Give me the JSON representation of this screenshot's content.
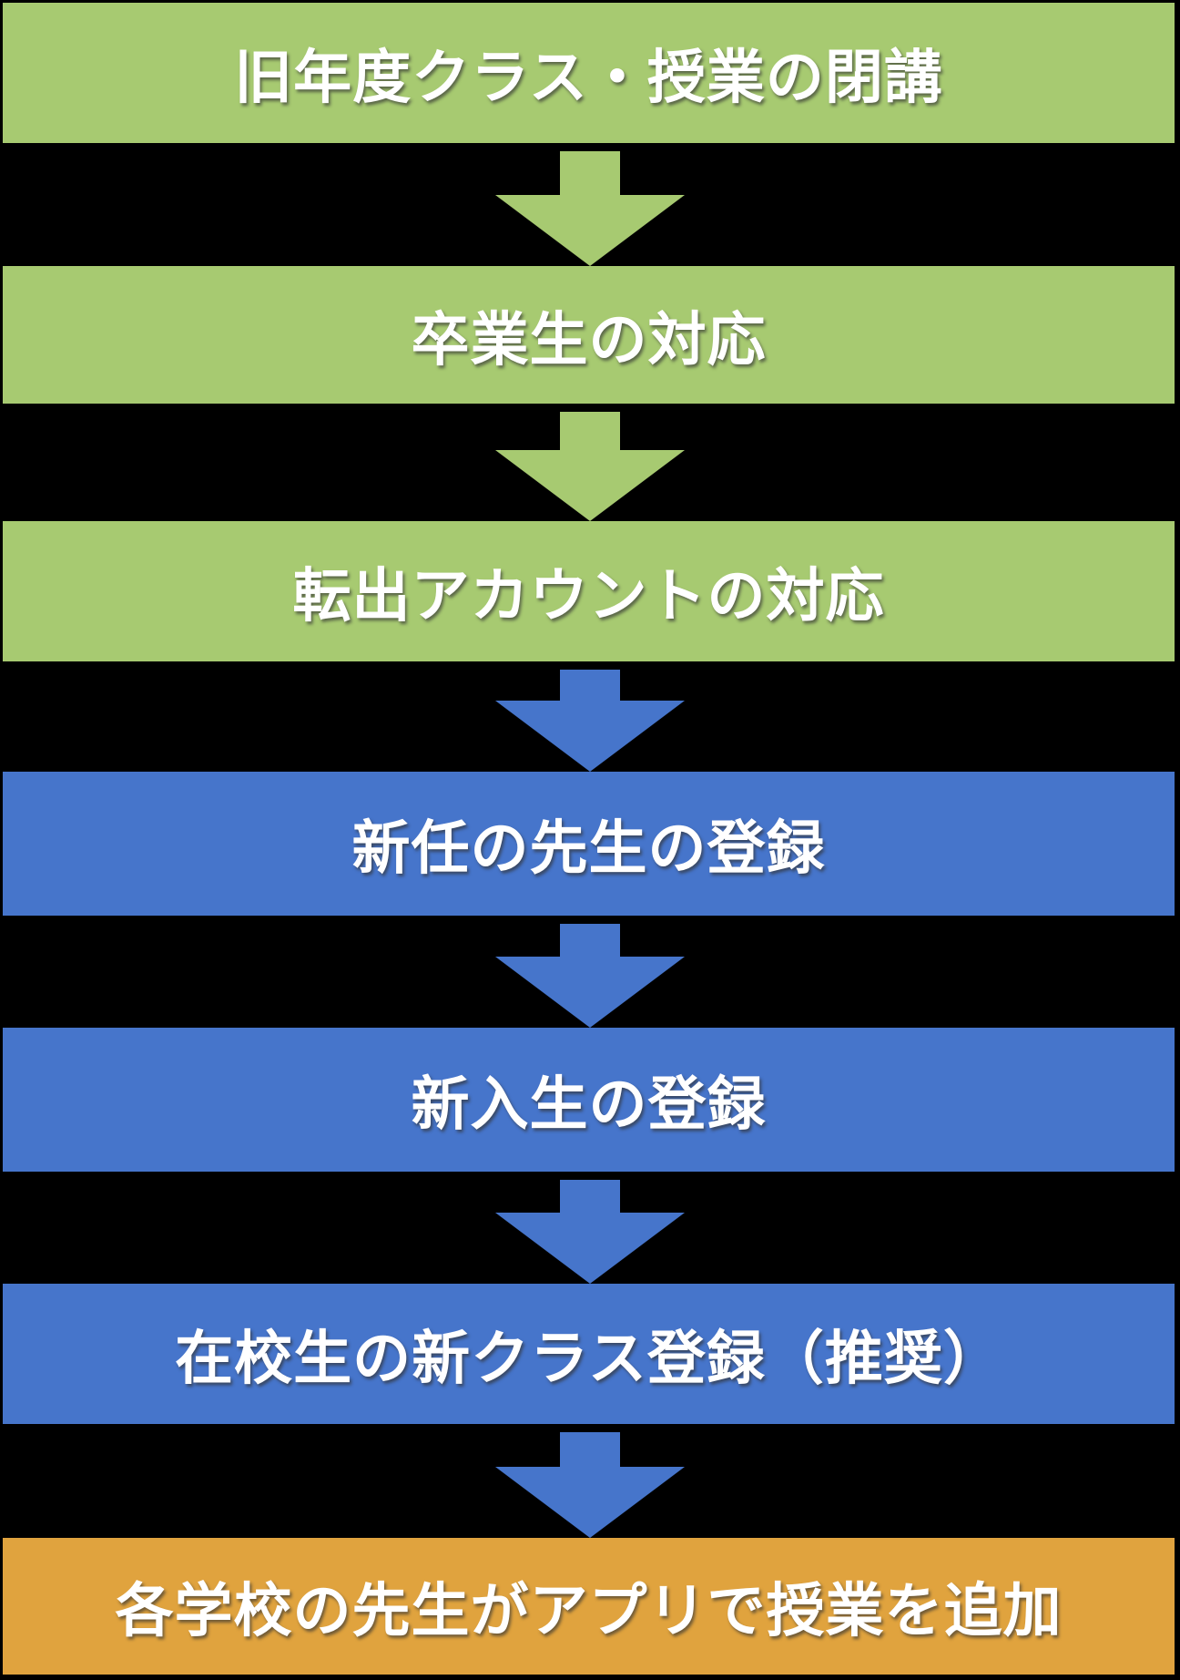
{
  "diagram_type": "flowchart-vertical",
  "colors": {
    "background": "#000000",
    "green": "#A7CA71",
    "blue": "#4675CB",
    "orange": "#E0A33E",
    "text": "#FFFFFF"
  },
  "steps": [
    {
      "label": "旧年度クラス・授業の閉講",
      "color_role": "green"
    },
    {
      "label": "卒業生の対応",
      "color_role": "green"
    },
    {
      "label": "転出アカウントの対応",
      "color_role": "green"
    },
    {
      "label": "新任の先生の登録",
      "color_role": "blue"
    },
    {
      "label": "新入生の登録",
      "color_role": "blue"
    },
    {
      "label": "在校生の新クラス登録（推奨）",
      "color_role": "blue"
    },
    {
      "label": "各学校の先生がアプリで授業を追加",
      "color_role": "orange"
    }
  ],
  "arrows": [
    {
      "color_role": "green"
    },
    {
      "color_role": "green"
    },
    {
      "color_role": "blue"
    },
    {
      "color_role": "blue"
    },
    {
      "color_role": "blue"
    },
    {
      "color_role": "blue"
    }
  ]
}
